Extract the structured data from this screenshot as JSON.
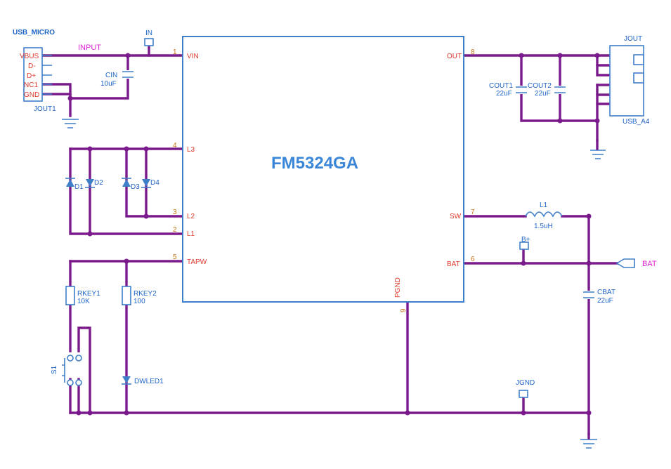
{
  "ic": {
    "name": "FM5324GA",
    "pins": [
      {
        "num": "1",
        "name": "VIN"
      },
      {
        "num": "4",
        "name": "L3"
      },
      {
        "num": "3",
        "name": "L2"
      },
      {
        "num": "2",
        "name": "L1"
      },
      {
        "num": "5",
        "name": "TAPW"
      },
      {
        "num": "8",
        "name": "OUT"
      },
      {
        "num": "7",
        "name": "SW"
      },
      {
        "num": "6",
        "name": "BAT"
      },
      {
        "num": "9",
        "name": "PGND"
      }
    ]
  },
  "net_labels": {
    "input": "INPUT",
    "bat": "BAT"
  },
  "test_points": {
    "in": "IN",
    "bplus": "B+",
    "jgnd": "JGND"
  },
  "usb_micro": {
    "title": "USB_MICRO",
    "ref": "JOUT1",
    "pins": [
      "VBUS",
      "D-",
      "D+",
      "NC1",
      "GND"
    ]
  },
  "usb_a": {
    "title": "JOUT",
    "ref": "USB_A4"
  },
  "components": {
    "cin": {
      "ref": "CIN",
      "value": "10uF"
    },
    "cout1": {
      "ref": "COUT1",
      "value": "22uF"
    },
    "cout2": {
      "ref": "COUT2",
      "value": "22uF"
    },
    "cbat": {
      "ref": "CBAT",
      "value": "22uF"
    },
    "l1": {
      "ref": "L1",
      "value": "1.5uH"
    },
    "d1": {
      "ref": "D1"
    },
    "d2": {
      "ref": "D2"
    },
    "d3": {
      "ref": "D3"
    },
    "d4": {
      "ref": "D4"
    },
    "rkey1": {
      "ref": "RKEY1",
      "value": "10K"
    },
    "rkey2": {
      "ref": "RKEY2",
      "value": "100"
    },
    "s1": {
      "ref": "S1"
    },
    "dwled1": {
      "ref": "DWLED1"
    }
  },
  "colors": {
    "wire": "#7b1a8c",
    "component": "#3f7fc9",
    "pin_name": "#e0392b",
    "pin_number": "#c87414",
    "net_label": "#e021d8"
  }
}
